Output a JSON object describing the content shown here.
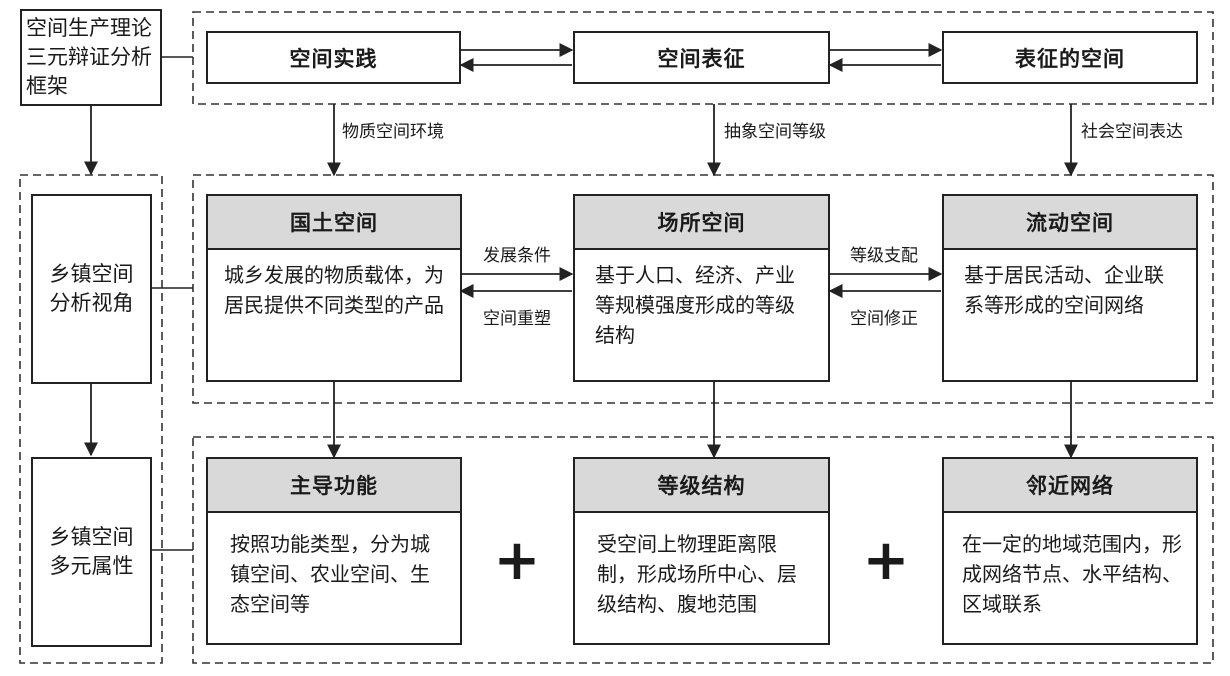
{
  "framework": {
    "label_line1": "空间生产理论",
    "label_line2": "三元辩证分析",
    "label_line3": "框架"
  },
  "perspective": {
    "label_line1": "乡镇空间",
    "label_line2": "分析视角"
  },
  "attributes": {
    "label_line1": "乡镇空间",
    "label_line2": "多元属性"
  },
  "triad": [
    "空间实践",
    "空间表征",
    "表征的空间"
  ],
  "triad_links": [
    "物质空间环境",
    "抽象空间等级",
    "社会空间表达"
  ],
  "spaces": [
    {
      "title": "国土空间",
      "text": "城乡发展的物质载体，为居民提供不同类型的产品"
    },
    {
      "title": "场所空间",
      "text": "基于人口、经济、产业等规模强度形成的等级结构"
    },
    {
      "title": "流动空间",
      "text": "基于居民活动、企业联系等形成的空间网络"
    }
  ],
  "space_links": {
    "left_forward": "发展条件",
    "left_back": "空间重塑",
    "right_forward": "等级支配",
    "right_back": "空间修正"
  },
  "attrs": [
    {
      "title": "主导功能",
      "text": "按照功能类型，分为城镇空间、农业空间、生态空间等"
    },
    {
      "title": "等级结构",
      "text": "受空间上物理距离限制，形成场所中心、层级结构、腹地范围"
    },
    {
      "title": "邻近网络",
      "text": "在一定的地域范围内，形成网络节点、水平结构、区域联系"
    }
  ],
  "plus_sign": "+"
}
